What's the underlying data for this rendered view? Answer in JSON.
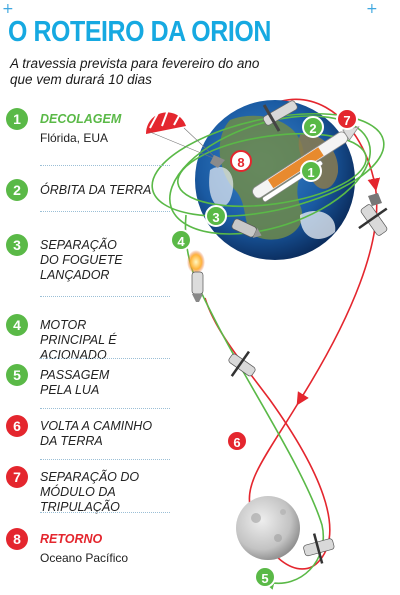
{
  "header": {
    "title": "O ROTEIRO DA ORION",
    "subtitle": "A travessia prevista para fevereiro do ano que vem durará 10 dias"
  },
  "steps": [
    {
      "number": "1",
      "label": "DECOLAGEM",
      "detail": "Flórida, EUA",
      "color": "green",
      "highlight": true
    },
    {
      "number": "2",
      "label": "ÓRBITA DA TERRA",
      "color": "green"
    },
    {
      "number": "3",
      "label": "SEPARAÇÃO DO FOGUETE LANÇADOR",
      "color": "green"
    },
    {
      "number": "4",
      "label": "MOTOR PRINCIPAL É ACIONADO",
      "color": "green"
    },
    {
      "number": "5",
      "label": "PASSAGEM PELA LUA",
      "color": "green"
    },
    {
      "number": "6",
      "label": "VOLTA A CAMINHO DA TERRA",
      "color": "red"
    },
    {
      "number": "7",
      "label": "SEPARAÇÃO DO MÓDULO DA TRIPULAÇÃO",
      "color": "red"
    },
    {
      "number": "8",
      "label": "RETORNO",
      "detail": "Oceano Pacífico",
      "color": "red",
      "highlight": true
    }
  ],
  "markers": [
    "1",
    "2",
    "3",
    "4",
    "5",
    "6",
    "7",
    "8"
  ],
  "colors": {
    "accent": "#16a9e1",
    "green": "#5ab947",
    "red": "#e4262e",
    "earth_ocean": "#1e5fa8",
    "moon": "#c9c9c9"
  },
  "icons": [
    "plus-icon",
    "earth-icon",
    "moon-icon",
    "rocket-icon",
    "orion-capsule-icon",
    "parachute-icon"
  ]
}
